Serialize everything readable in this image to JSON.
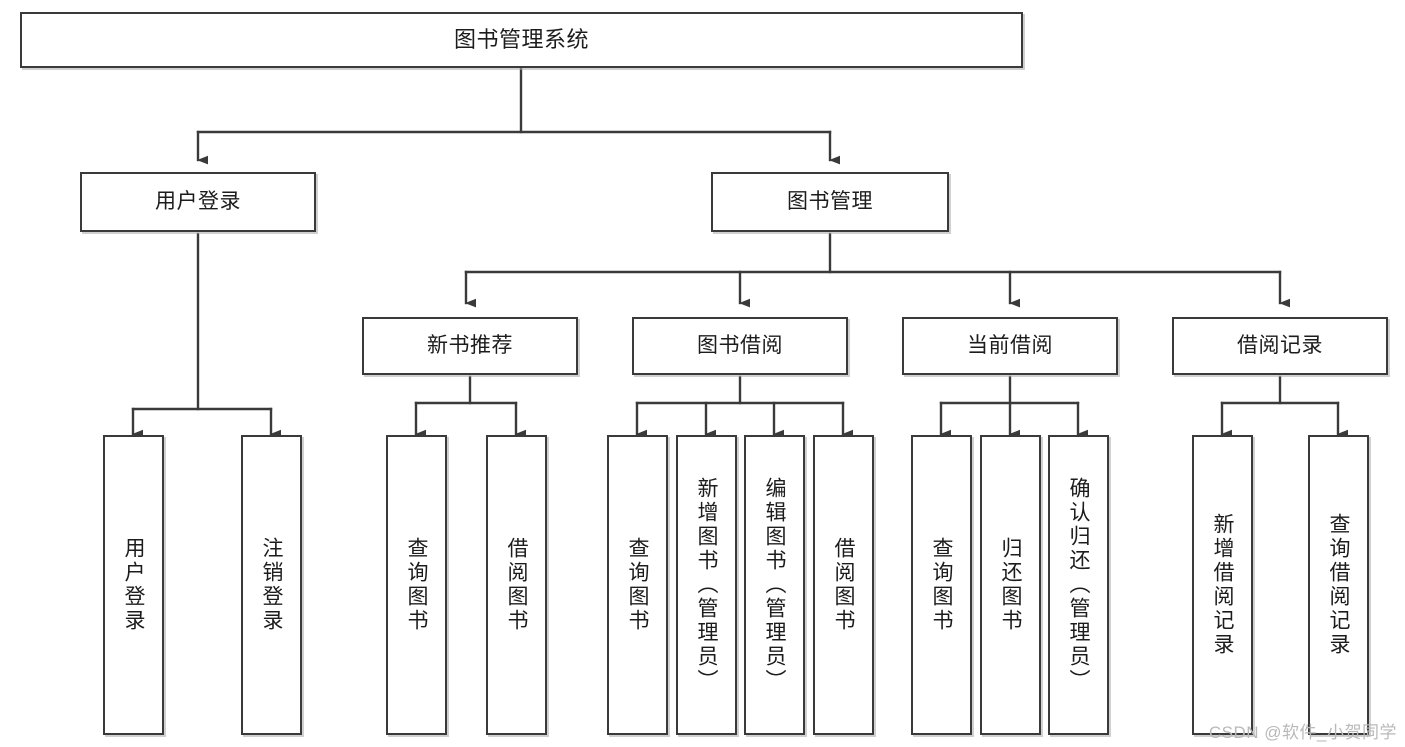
{
  "diagram": {
    "title": "图书管理系统",
    "type": "tree-hierarchy-chart",
    "watermark": "CSDN @软件_小贺同学",
    "colors": {
      "stroke": "#3a3a3a",
      "fill": "#ffffff",
      "text": "#1c1c1c",
      "watermark": "#b9b9b9"
    },
    "nodes": {
      "root": {
        "label": "图书管理系统"
      },
      "level1": [
        {
          "label": "用户登录"
        },
        {
          "label": "图书管理"
        }
      ],
      "level2": [
        {
          "label": "新书推荐"
        },
        {
          "label": "图书借阅"
        },
        {
          "label": "当前借阅"
        },
        {
          "label": "借阅记录"
        }
      ],
      "leaves": {
        "user_login": [
          {
            "label": "用户登录"
          },
          {
            "label": "注销登录"
          }
        ],
        "new_book_recommend": [
          {
            "label": "查询图书"
          },
          {
            "label": "借阅图书"
          }
        ],
        "book_borrow": [
          {
            "label": "查询图书"
          },
          {
            "label": "新增图书（管理员）"
          },
          {
            "label": "编辑图书（管理员）"
          },
          {
            "label": "借阅图书"
          }
        ],
        "current_borrow": [
          {
            "label": "查询图书"
          },
          {
            "label": "归还图书"
          },
          {
            "label": "确认归还（管理员）"
          }
        ],
        "borrow_record": [
          {
            "label": "新增借阅记录"
          },
          {
            "label": "查询借阅记录"
          }
        ]
      }
    }
  }
}
